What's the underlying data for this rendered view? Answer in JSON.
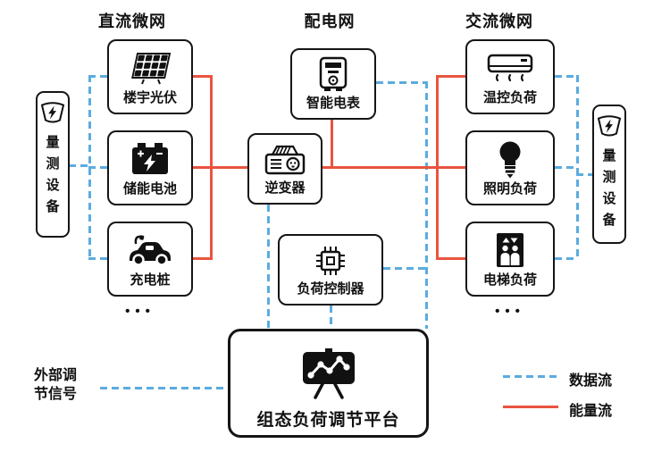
{
  "headers": {
    "dc": "直流微网",
    "grid": "配电网",
    "ac": "交流微网"
  },
  "nodes": {
    "pv": "楼宇光伏",
    "battery": "储能电池",
    "charger": "充电桩",
    "meter": "智能电表",
    "inverter": "逆变器",
    "controller": "负荷控制器",
    "platform": "组态负荷调节平台",
    "hvac": "温控负荷",
    "lighting": "照明负荷",
    "elevator": "电梯负荷",
    "measure_left": "量测设备",
    "measure_right": "量测设备"
  },
  "external_signal": "外部调节信号",
  "ellipsis_left": "•••",
  "ellipsis_right": "•••",
  "legend": {
    "data": "数据流",
    "energy": "能量流"
  },
  "colors": {
    "data_flow": "#5aace0",
    "energy_flow": "#e9543f"
  },
  "icons": {
    "pv": "solar-panel",
    "battery": "storage-battery",
    "charger": "ev-charger",
    "meter": "smart-meter",
    "inverter": "inverter",
    "controller": "cpu-chip",
    "platform": "monitor-board",
    "hvac": "air-conditioner",
    "lighting": "light-bulb",
    "elevator": "elevator",
    "measure": "power-meter"
  },
  "connections": {
    "energy_flow": [
      "楼宇光伏→逆变器",
      "储能电池→逆变器",
      "充电桩→逆变器",
      "逆变器→智能电表",
      "逆变器→温控负荷",
      "逆变器→照明负荷",
      "逆变器→电梯负荷"
    ],
    "data_flow": [
      "量测设备↔直流微网设备",
      "量测设备↔交流微网负荷",
      "逆变器↔组态负荷调节平台",
      "负荷控制器↔组态负荷调节平台",
      "智能电表↔组态负荷调节平台",
      "负荷控制器↔智能电表",
      "外部调节信号→组态负荷调节平台"
    ]
  }
}
